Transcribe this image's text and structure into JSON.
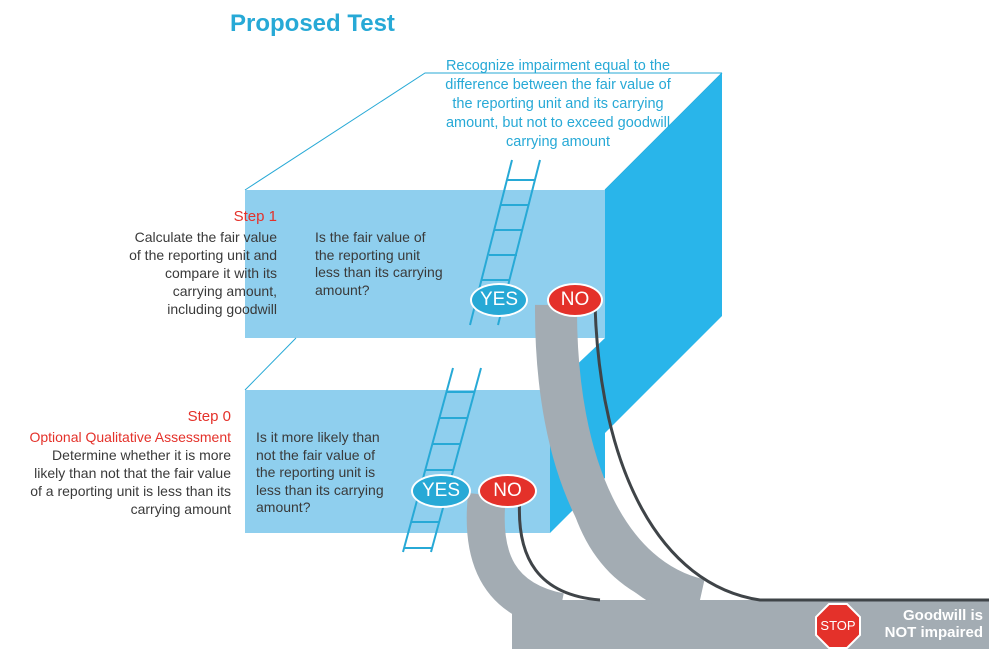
{
  "title": "Proposed Test",
  "result": {
    "lines": [
      "Recognize impairment equal to the",
      "difference between the fair value of",
      "the reporting unit and its carrying",
      "amount, but not to exceed goodwill",
      "carrying amount"
    ]
  },
  "step1": {
    "heading": "Step 1",
    "description_lines": [
      "Calculate the fair value",
      "of the reporting unit and",
      "compare it with its",
      "carrying amount,",
      "including goodwill"
    ],
    "question_lines": [
      "Is the fair value of",
      "the reporting unit",
      "less than its carrying",
      "amount?"
    ],
    "yes_label": "YES",
    "no_label": "NO"
  },
  "step0": {
    "heading": "Step 0",
    "subheading": "Optional Qualitative Assessment",
    "description_lines": [
      "Determine whether it is more",
      "likely than not that the fair value",
      "of a reporting unit is less than its",
      "carrying amount"
    ],
    "question_lines": [
      "Is it more likely than",
      "not the fair value of",
      "the reporting unit is",
      "less than its carrying",
      "amount?"
    ],
    "yes_label": "YES",
    "no_label": "NO"
  },
  "outcome": {
    "stop_label": "STOP",
    "text_lines": [
      "Goodwill is",
      "NOT impaired"
    ]
  },
  "colors": {
    "accent_blue": "#27a9d6",
    "block_front": "#8fcfee",
    "block_side": "#29b5ea",
    "pipe_gray": "#a3acb3",
    "pipe_dark": "#3f4448",
    "stop_red": "#e4312a"
  }
}
